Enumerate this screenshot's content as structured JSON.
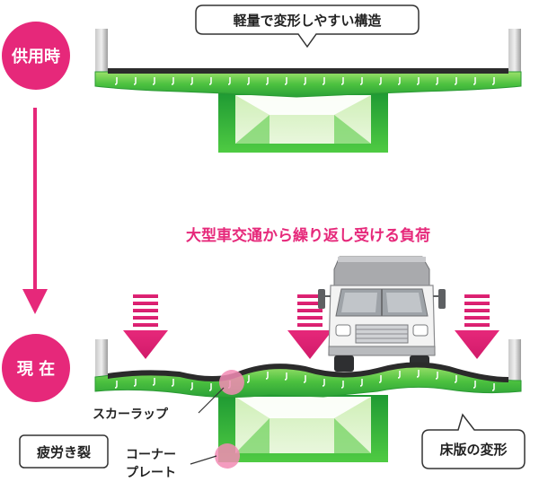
{
  "stages": {
    "past_label": "供用時",
    "present_label": "現 在"
  },
  "callouts": {
    "structure": "軽量で変形しやすい構造",
    "deck_deformation": "床版の変形",
    "fatigue_crack": "疲労き裂"
  },
  "headline": "大型車交通から繰り返し受ける負荷",
  "annotations": {
    "scallop": "スカーラップ",
    "corner_plate_line1": "コーナー",
    "corner_plate_line2": "プレート"
  },
  "colors": {
    "accent_pink": "#E6287A",
    "deck_green": "#3DB93A",
    "deck_green_light": "#8ED65A",
    "girder_green_dark": "#1E8E2E",
    "pavement": "#2B2B2B",
    "barrier_gray": "#9A9A9A",
    "highlight_pink": "#F28BB4"
  },
  "icons": [
    "load-arrow-icon",
    "truck-icon",
    "crack-marker-icon",
    "time-arrow-icon"
  ]
}
